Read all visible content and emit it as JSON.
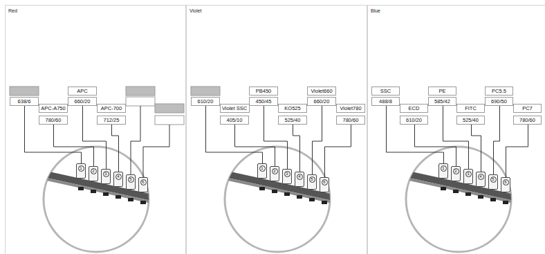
{
  "diagram": {
    "nodes": [
      {
        "text": [
          "Red"
        ]
      },
      {
        "text": [
          "638/6"
        ],
        "in": 0
      },
      {
        "text": [
          "APC-A750"
        ],
        "in": 0
      },
      {
        "text": [
          "780/60"
        ],
        "in": 0
      },
      {
        "text": [
          "APC"
        ],
        "in": 0
      },
      {
        "text": [
          "660/20"
        ],
        "in": 0
      },
      {
        "text": [
          "APC-700"
        ],
        "in": 0
      },
      {
        "text": [
          "712/25"
        ],
        "in": 0
      },
      {
        "text": [
          "1"
        ],
        "in": 0
      },
      {
        "text": [
          "2"
        ],
        "in": 0
      },
      {
        "text": [
          "3"
        ],
        "in": 0
      },
      {
        "text": [
          "4"
        ],
        "in": 0
      },
      {
        "text": [
          "5"
        ],
        "in": 0
      },
      {
        "text": [
          "6"
        ],
        "in": 0
      },
      {
        "text": [
          "Violet"
        ]
      },
      {
        "text": [
          "610/20"
        ],
        "in": 14
      },
      {
        "text": [
          "Violet SSC"
        ],
        "in": 14
      },
      {
        "text": [
          "405/10"
        ],
        "in": 14
      },
      {
        "text": [
          "PB450"
        ],
        "in": 14
      },
      {
        "text": [
          "450/45"
        ],
        "in": 14
      },
      {
        "text": [
          "KO525"
        ],
        "in": 14
      },
      {
        "text": [
          "525/40"
        ],
        "in": 14
      },
      {
        "text": [
          "Violet660"
        ],
        "in": 14
      },
      {
        "text": [
          "660/20"
        ],
        "in": 14
      },
      {
        "text": [
          "Violet780"
        ],
        "in": 14
      },
      {
        "text": [
          "780/60"
        ],
        "in": 14
      },
      {
        "text": [
          "1"
        ],
        "in": 14
      },
      {
        "text": [
          "2"
        ],
        "in": 14
      },
      {
        "text": [
          "3"
        ],
        "in": 14
      },
      {
        "text": [
          "4"
        ],
        "in": 14
      },
      {
        "text": [
          "5"
        ],
        "in": 14
      },
      {
        "text": [
          "6"
        ],
        "in": 14
      },
      {
        "text": [
          "Blue"
        ]
      },
      {
        "text": [
          "SSC"
        ],
        "in": 32
      },
      {
        "text": [
          "488/8"
        ],
        "in": 32
      },
      {
        "text": [
          "ECD"
        ],
        "in": 32
      },
      {
        "text": [
          "610/20"
        ],
        "in": 32
      },
      {
        "text": [
          "PE"
        ],
        "in": 32
      },
      {
        "text": [
          "585/42"
        ],
        "in": 32
      },
      {
        "text": [
          "FITC"
        ],
        "in": 32
      },
      {
        "text": [
          "525/40"
        ],
        "in": 32
      },
      {
        "text": [
          "PC5.5"
        ],
        "in": 32
      },
      {
        "text": [
          "690/50"
        ],
        "in": 32
      },
      {
        "text": [
          "PC7"
        ],
        "in": 32
      },
      {
        "text": [
          "780/60"
        ],
        "in": 32
      },
      {
        "text": [
          "1"
        ],
        "in": 32
      },
      {
        "text": [
          "2"
        ],
        "in": 32
      },
      {
        "text": [
          "3"
        ],
        "in": 32
      },
      {
        "text": [
          "4"
        ],
        "in": 32
      },
      {
        "text": [
          "5"
        ],
        "in": 32
      },
      {
        "text": [
          "6"
        ],
        "in": 32
      }
    ],
    "edges": [
      {
        "from": 1,
        "to": 8,
        "arrow": "none"
      },
      {
        "from": 3,
        "to": 9,
        "arrow": "none"
      },
      {
        "from": 5,
        "to": 10,
        "arrow": "none"
      },
      {
        "from": 7,
        "to": 11,
        "arrow": "none"
      },
      {
        "from": 15,
        "to": 26,
        "arrow": "none"
      },
      {
        "from": 17,
        "to": 27,
        "arrow": "none"
      },
      {
        "from": 19,
        "to": 28,
        "arrow": "none"
      },
      {
        "from": 21,
        "to": 29,
        "arrow": "none"
      },
      {
        "from": 23,
        "to": 30,
        "arrow": "none"
      },
      {
        "from": 25,
        "to": 31,
        "arrow": "none"
      },
      {
        "from": 34,
        "to": 45,
        "arrow": "none"
      },
      {
        "from": 36,
        "to": 46,
        "arrow": "none"
      },
      {
        "from": 38,
        "to": 47,
        "arrow": "none"
      },
      {
        "from": 40,
        "to": 48,
        "arrow": "none"
      },
      {
        "from": 42,
        "to": 49,
        "arrow": "none"
      },
      {
        "from": 44,
        "to": 50,
        "arrow": "none"
      }
    ]
  }
}
